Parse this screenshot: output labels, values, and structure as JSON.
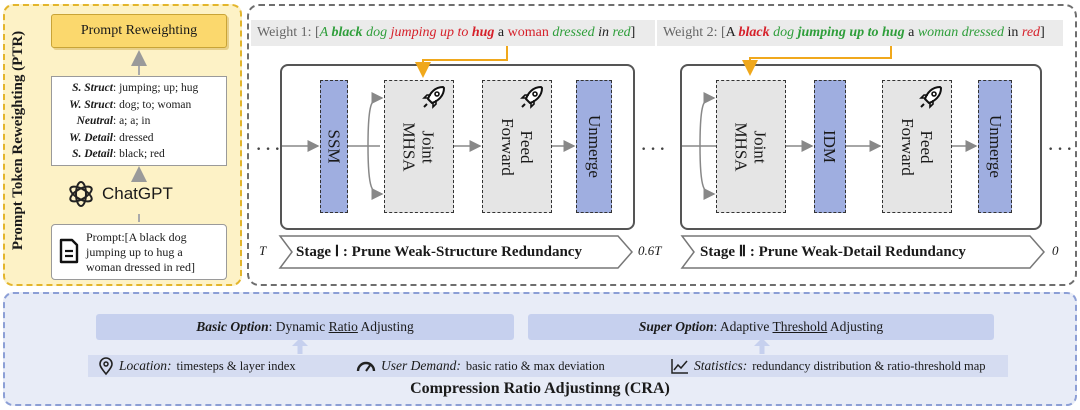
{
  "ptr": {
    "title": "Prompt Token Reweighting (PTR)",
    "reweighting_label": "Prompt Reweighting",
    "categories": [
      {
        "key": "S. Struct",
        "value": ": jumping; up; hug"
      },
      {
        "key": "W. Struct",
        "value": ": dog; to; woman"
      },
      {
        "key": "Neutral",
        "value": ": a; a; in"
      },
      {
        "key": "W. Detail",
        "value": ": dressed"
      },
      {
        "key": "S. Detail",
        "value": ": black; red"
      }
    ],
    "chatgpt_label": "ChatGPT",
    "prompt_lines": [
      "Prompt:[A black dog",
      "jumping up to hug a",
      "woman dressed in red]"
    ]
  },
  "weights": {
    "w1_label": "Weight 1: [",
    "w1_tokens": [
      {
        "text": "A ",
        "color": "#2e9e3a",
        "style": "italic"
      },
      {
        "text": "black",
        "color": "#2e9e3a",
        "style": "bold-italic"
      },
      {
        "text": " dog ",
        "color": "#2e9e3a",
        "style": "italic"
      },
      {
        "text": " jumping up to ",
        "color": "#d6202a",
        "style": "italic"
      },
      {
        "text": "hug",
        "color": "#d6202a",
        "style": "bold-italic"
      },
      {
        "text": " a ",
        "color": "#222222",
        "style": "normal"
      },
      {
        "text": " woman ",
        "color": "#d6202a",
        "style": "normal"
      },
      {
        "text": "dressed",
        "color": "#2e9e3a",
        "style": "italic"
      },
      {
        "text": " in ",
        "color": "#222222",
        "style": "italic"
      },
      {
        "text": "red",
        "color": "#2e9e3a",
        "style": "italic"
      }
    ],
    "w1_close": "]",
    "w2_label": "Weight 2: [",
    "w2_tokens": [
      {
        "text": "A ",
        "color": "#222222",
        "style": "normal"
      },
      {
        "text": "black",
        "color": "#d6202a",
        "style": "bold-italic"
      },
      {
        "text": " dog ",
        "color": "#2e9e3a",
        "style": "italic"
      },
      {
        "text": " jumping up to hug",
        "color": "#2e9e3a",
        "style": "bold-italic"
      },
      {
        "text": " a ",
        "color": "#222222",
        "style": "normal"
      },
      {
        "text": " woman dressed",
        "color": "#2e9e3a",
        "style": "italic"
      },
      {
        "text": " in ",
        "color": "#222222",
        "style": "normal"
      },
      {
        "text": "red",
        "color": "#d6202a",
        "style": "italic"
      }
    ],
    "w2_close": "]"
  },
  "stage1": {
    "blocks": {
      "ssm": "SSM",
      "mhsa": "Joint\nMHSA",
      "ff": "Feed\nForward",
      "unmerge": "Unmerge"
    },
    "label": "Stage Ⅰ : Prune Weak-Structure Redundancy"
  },
  "stage2": {
    "blocks": {
      "mhsa": "Joint\nMHSA",
      "idm": "IDM",
      "ff": "Feed\nForward",
      "unmerge": "Unmerge"
    },
    "label": "Stage Ⅱ : Prune Weak-Detail Redundancy"
  },
  "timesteps": {
    "start": "T",
    "mid": "0.6T",
    "end": "0"
  },
  "dots": "···",
  "cra": {
    "basic_key": "Basic Option",
    "basic_rest_pre": ": Dynamic ",
    "basic_underlined": "Ratio",
    "basic_rest_post": " Adjusting",
    "super_key": "Super Option",
    "super_rest_pre": ": Adaptive ",
    "super_underlined": "Threshold",
    "super_rest_post": " Adjusting",
    "location_key": "Location:",
    "location_value": "timesteps & layer index",
    "demand_key": "User Demand:",
    "demand_value": "basic ratio & max deviation",
    "stats_key": "Statistics:",
    "stats_value": "redundancy distribution & ratio-threshold map",
    "title": "Compression Ratio Adjustinng (CRA)"
  },
  "colors": {
    "ptr_bg": "#fdf2c6",
    "ptr_border": "#e3b52c",
    "reweight_fill": "#fbd86d",
    "block_blue": "#9faee0",
    "block_grey": "#e5e5e5",
    "cra_bg": "#e8ecf7",
    "orange_arrow": "#f0a81c"
  },
  "icons": [
    "document-icon",
    "chatgpt-logo-icon",
    "rocket-icon",
    "location-pin-icon",
    "gauge-icon",
    "line-chart-icon"
  ]
}
